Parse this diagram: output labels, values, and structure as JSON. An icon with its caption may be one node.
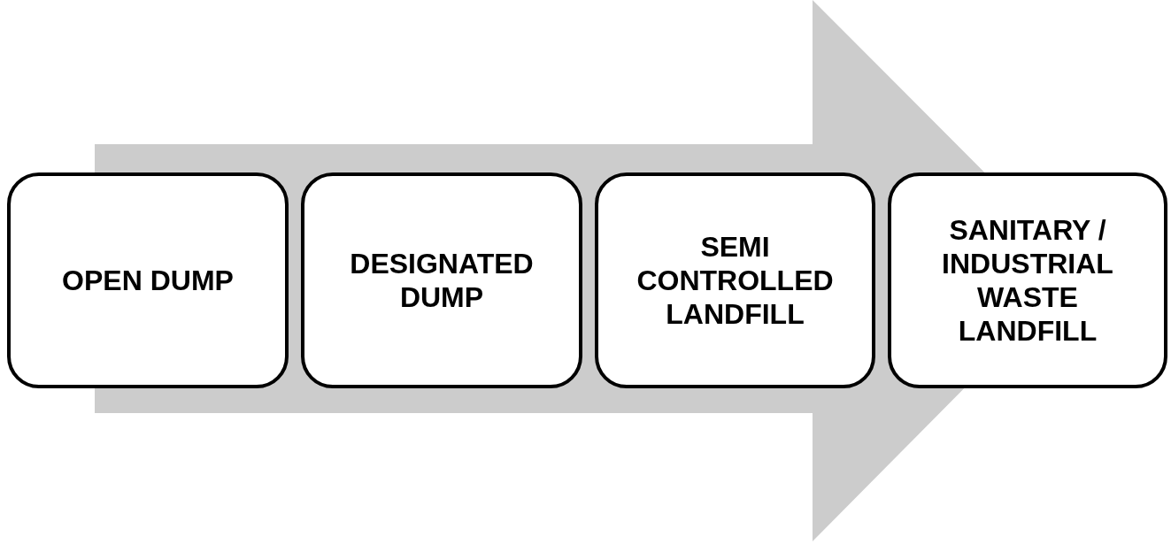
{
  "diagram": {
    "nodes": [
      {
        "text": [
          "OPEN DUMP"
        ]
      },
      {
        "text": [
          "DESIGNATED DUMP"
        ]
      },
      {
        "text": [
          "SEMI CONTROLLED LANDFILL"
        ]
      },
      {
        "text": [
          "SANITARY / INDUSTRIAL WASTE LANDFILL"
        ]
      }
    ],
    "edges": [
      {
        "from": 0,
        "to": 3,
        "arrow": "to"
      }
    ]
  }
}
